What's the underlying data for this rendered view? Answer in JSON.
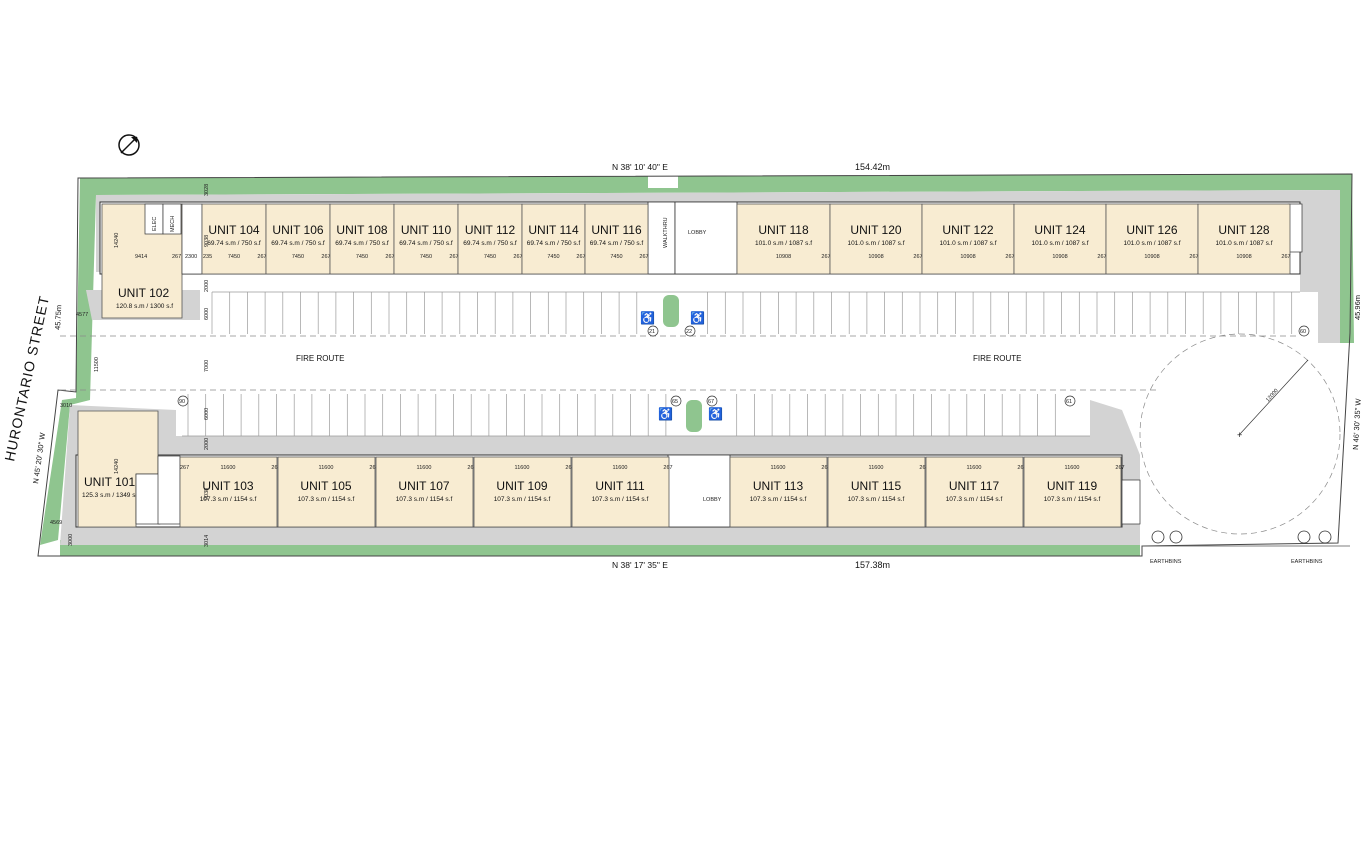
{
  "street": "HURONTARIO STREET",
  "north_symbol": "north-arrow-icon",
  "bearings": {
    "top": "N 38' 10' 40\" E",
    "bottom": "N 38' 17' 35\" E",
    "left": "N 45' 20' 30\" W",
    "right": "N 46' 30' 35\" W"
  },
  "lengths": {
    "top": "154.42m",
    "bottom": "157.38m",
    "left": "45.75m",
    "right": "45.96m"
  },
  "fire_route": "FIRE ROUTE",
  "walkthru": "WALKTHRU",
  "lobby": "LOBBY",
  "elec": "ELEC",
  "mech": "MECH",
  "earthbins": "EARTHBINS",
  "turn_radius": "12000",
  "colors": {
    "landscape": "#8fc58f",
    "paving": "#d3d3d3",
    "unit_fill": "#f8ecd2",
    "outline": "#333333"
  },
  "top_units": [
    {
      "name": "UNIT 104",
      "area": "69.74 s.m / 750 s.f",
      "width": "7450"
    },
    {
      "name": "UNIT 106",
      "area": "69.74 s.m / 750 s.f",
      "width": "7450"
    },
    {
      "name": "UNIT 108",
      "area": "69.74 s.m / 750 s.f",
      "width": "7450"
    },
    {
      "name": "UNIT 110",
      "area": "69.74 s.m / 750 s.f",
      "width": "7450"
    },
    {
      "name": "UNIT 112",
      "area": "69.74 s.m / 750 s.f",
      "width": "7450"
    },
    {
      "name": "UNIT 114",
      "area": "69.74 s.m / 750 s.f",
      "width": "7450"
    },
    {
      "name": "UNIT 116",
      "area": "69.74 s.m / 750 s.f",
      "width": "7450"
    },
    {
      "name": "UNIT 118",
      "area": "101.0 s.m / 1087 s.f",
      "width": "10908"
    },
    {
      "name": "UNIT 120",
      "area": "101.0 s.m / 1087 s.f",
      "width": "10908"
    },
    {
      "name": "UNIT 122",
      "area": "101.0 s.m / 1087 s.f",
      "width": "10908"
    },
    {
      "name": "UNIT 124",
      "area": "101.0 s.m / 1087 s.f",
      "width": "10908"
    },
    {
      "name": "UNIT 126",
      "area": "101.0 s.m / 1087 s.f",
      "width": "10908"
    },
    {
      "name": "UNIT 128",
      "area": "101.0 s.m / 1087 s.f",
      "width": "10908"
    }
  ],
  "bottom_units": [
    {
      "name": "UNIT 103",
      "area": "107.3 s.m / 1154 s.f",
      "width": "11600"
    },
    {
      "name": "UNIT 105",
      "area": "107.3 s.m / 1154 s.f",
      "width": "11600"
    },
    {
      "name": "UNIT 107",
      "area": "107.3 s.m / 1154 s.f",
      "width": "11600"
    },
    {
      "name": "UNIT 109",
      "area": "107.3 s.m / 1154 s.f",
      "width": "11600"
    },
    {
      "name": "UNIT 111",
      "area": "107.3 s.m / 1154 s.f",
      "width": "11600"
    },
    {
      "name": "UNIT 113",
      "area": "107.3 s.m / 1154 s.f",
      "width": "11600"
    },
    {
      "name": "UNIT 115",
      "area": "107.3 s.m / 1154 s.f",
      "width": "11600"
    },
    {
      "name": "UNIT 117",
      "area": "107.3 s.m / 1154 s.f",
      "width": "11600"
    },
    {
      "name": "UNIT 119",
      "area": "107.3 s.m / 1154 s.f",
      "width": "11600"
    }
  ],
  "unit_101": {
    "name": "UNIT 101",
    "area": "125.3 s.m / 1349 s.f"
  },
  "unit_102": {
    "name": "UNIT 102",
    "area": "120.8 s.m / 1300 s.f",
    "width": "9414"
  },
  "dims": {
    "d14240": "14240",
    "d9038": "9038",
    "d267": "267",
    "d235": "235",
    "d2300": "2300",
    "d3028": "3028",
    "d2000": "2000",
    "d6000": "6000",
    "d7000": "7000",
    "d11500": "11500",
    "d4577": "4577",
    "d4569": "4569",
    "d3000": "3000",
    "d3014": "3014",
    "d3010": "3010"
  },
  "stall_counts": [
    "21",
    "22",
    "60",
    "90",
    "65",
    "67",
    "61"
  ]
}
